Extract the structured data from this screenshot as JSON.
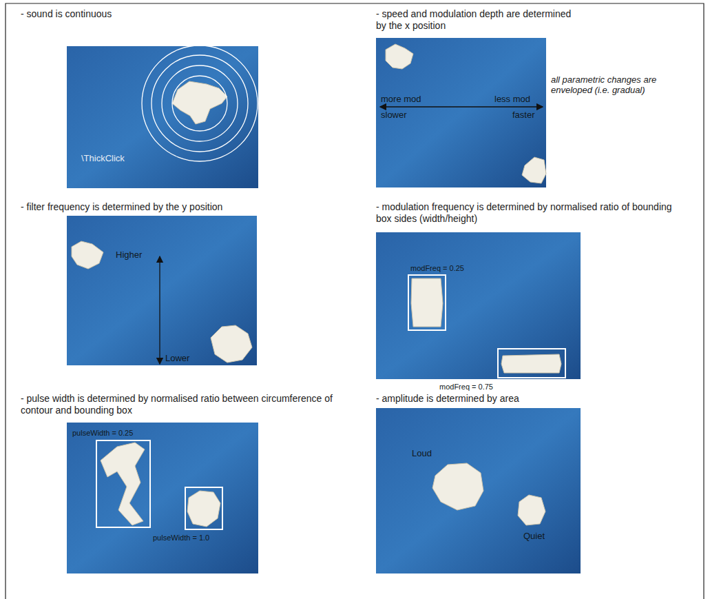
{
  "diagram": {
    "nodes": [
      {
        "text": [
          "modFreq = 0.25"
        ]
      },
      {
        "text": [
          "modFreq = 0.75"
        ]
      },
      {
        "text": [
          "pulseWidth = 0.25"
        ]
      },
      {
        "text": [
          "pulseWidth = 1.0"
        ]
      }
    ],
    "labels": [
      "- sound is continuous",
      "- speed and modulation depth are determined by the x position",
      "\\ThickClick",
      "more mod",
      "less mod",
      "slower",
      "faster",
      "all parametric changes are enveloped (i.e. gradual)",
      "- filter frequency is determined by the y position",
      "Higher",
      "Lower",
      "- modulation frequency is determined by normalised ratio of bounding box sides (width/height)",
      "- pulse width is determined by normalised ratio between circumference of contour and bounding box",
      "- amplitude is determined by area",
      "Loud",
      "Quiet"
    ]
  }
}
